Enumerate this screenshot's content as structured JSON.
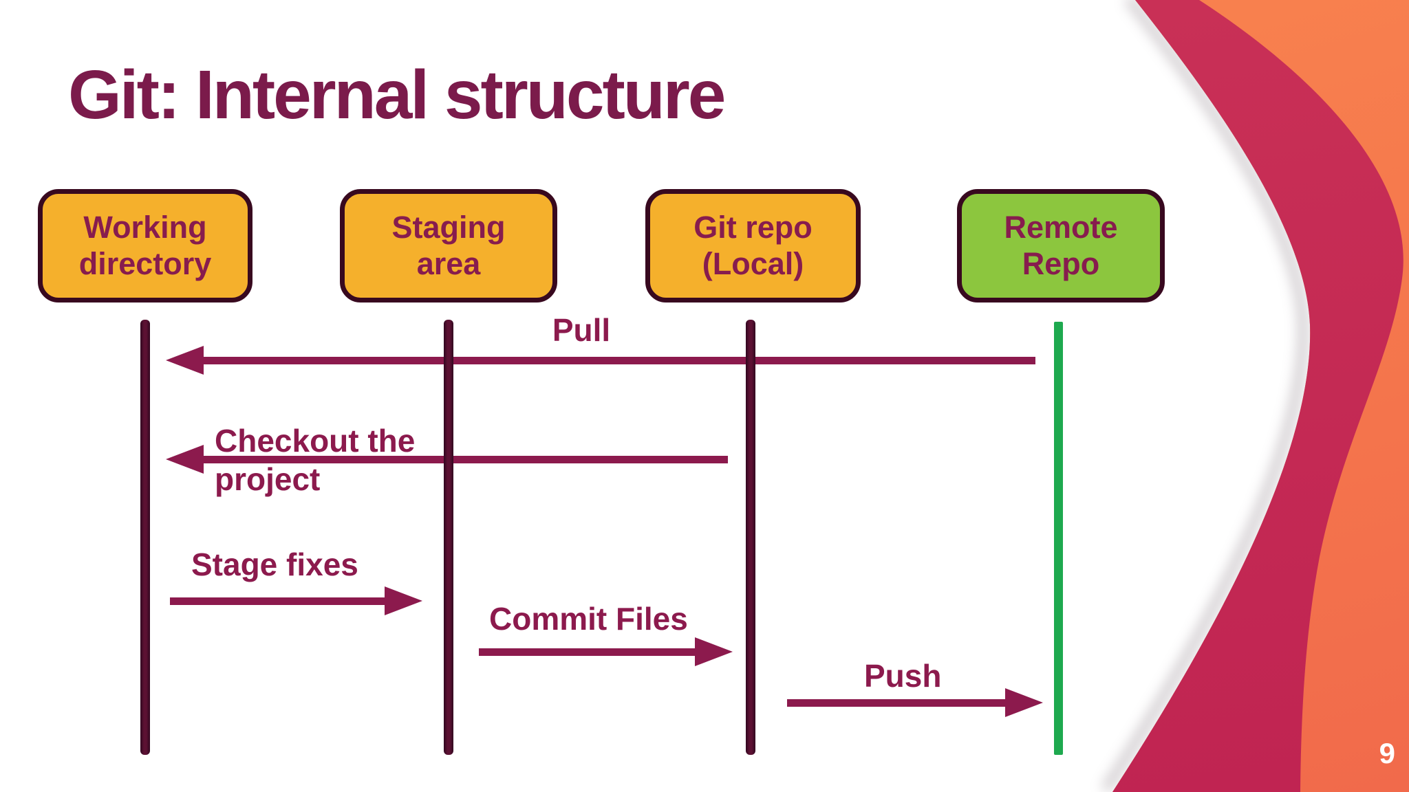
{
  "title": "Git: Internal structure",
  "page_number": "9",
  "nodes": [
    {
      "id": "working-directory",
      "label": "Working directory",
      "fill": "#F5B02C"
    },
    {
      "id": "staging-area",
      "label": "Staging area",
      "fill": "#F5B02C"
    },
    {
      "id": "git-repo-local",
      "label": "Git repo (Local)",
      "fill": "#F5B02C"
    },
    {
      "id": "remote-repo",
      "label": "Remote Repo",
      "fill": "#8CC63E"
    }
  ],
  "arrows": [
    {
      "label": "Pull",
      "direction": "left",
      "from": "remote-repo",
      "to": "working-directory"
    },
    {
      "label": "Checkout the project",
      "direction": "left",
      "from": "git-repo-local",
      "to": "working-directory"
    },
    {
      "label": "Stage fixes",
      "direction": "right",
      "from": "working-directory",
      "to": "staging-area"
    },
    {
      "label": "Commit Files",
      "direction": "right",
      "from": "staging-area",
      "to": "git-repo-local"
    },
    {
      "label": "Push",
      "direction": "right",
      "from": "git-repo-local",
      "to": "remote-repo"
    }
  ],
  "colors": {
    "title": "#7B1B4B",
    "node_text": "#871C4E",
    "node_border": "#38091F",
    "node_yellow": "#F5B02C",
    "node_green": "#8CC63E",
    "lifeline": "#5C1133",
    "remote_lifeline": "#1EA94F",
    "arrow": "#8C1A4D",
    "swoosh_crimson": "#C42A52",
    "swoosh_orange": "#F5764C",
    "background": "#FFFFFF"
  }
}
